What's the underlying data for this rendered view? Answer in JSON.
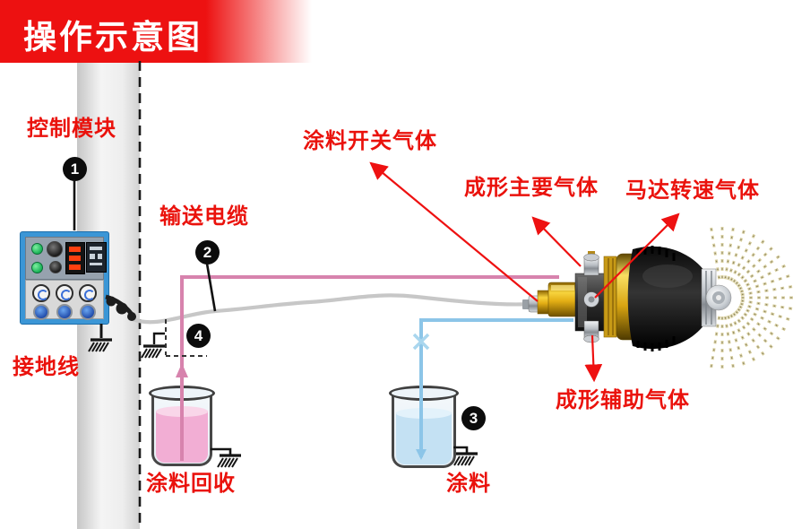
{
  "page": {
    "title": "操作示意图"
  },
  "components": {
    "control_module": {
      "label": "控制模块",
      "badge": "1"
    },
    "ground_wire": {
      "label": "接地线"
    },
    "transmission_cable": {
      "label": "输送电缆",
      "badge": "2"
    },
    "paint_supply": {
      "label": "涂料",
      "badge": "3"
    },
    "paint_recovery": {
      "label": "涂料回收",
      "badge": "4"
    },
    "paint_switch_gas": {
      "label": "涂料开关气体"
    },
    "forming_main_gas": {
      "label": "成形主要气体"
    },
    "motor_speed_gas": {
      "label": "马达转速气体"
    },
    "forming_aux_gas": {
      "label": "成形辅助气体"
    }
  },
  "colors": {
    "banner_red": "#ed1111",
    "label_red": "#ea120c",
    "recovery_line_pink": "#d783ad",
    "paint_line_blue": "#8cc5e8",
    "cable_gray": "#c7c7c7",
    "control_box_blue": "#3b96d6",
    "gun_gold": "#d9a512",
    "spray_tan": "#d9d0a0"
  }
}
